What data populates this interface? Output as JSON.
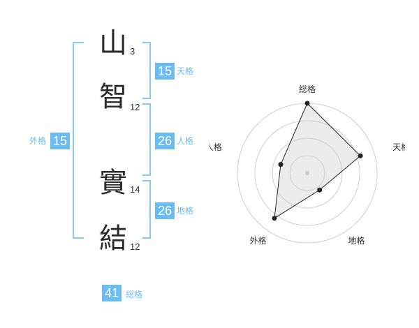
{
  "name_chars": [
    {
      "char": "山",
      "strokes": "3"
    },
    {
      "char": "智",
      "strokes": "12"
    },
    {
      "char": "實",
      "strokes": "14"
    },
    {
      "char": "結",
      "strokes": "12"
    }
  ],
  "fortunes": {
    "tenkaku": {
      "value": "15",
      "label": "天格"
    },
    "jinkaku": {
      "value": "26",
      "label": "人格"
    },
    "chikaku": {
      "value": "26",
      "label": "地格"
    },
    "gaikaku": {
      "value": "15",
      "label": "外格"
    },
    "soukaku": {
      "value": "41",
      "label": "総格"
    }
  },
  "colors": {
    "accent": "#6cbcf0",
    "bracket": "#8cc8ee",
    "text": "#2b2b2b"
  },
  "chart_data": {
    "type": "radar",
    "axes": [
      "総格",
      "天格",
      "地格",
      "外格",
      "人格"
    ],
    "values": [
      5.0,
      4.0,
      1.5,
      4.0,
      2.0
    ],
    "max": 5,
    "rings": 4
  }
}
